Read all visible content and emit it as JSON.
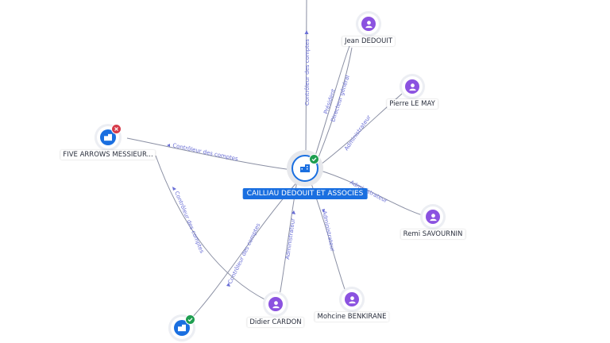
{
  "graph": {
    "center": {
      "name": "CAILLIAU DEDOUIT ET ASSOCIES",
      "icon": "building-icon",
      "status": "active"
    },
    "nodes": [
      {
        "id": "jean",
        "name": "Jean DEDOUIT",
        "kind": "person",
        "icon": "person-icon"
      },
      {
        "id": "pierre",
        "name": "Pierre LE MAY",
        "kind": "person",
        "icon": "person-icon"
      },
      {
        "id": "remi",
        "name": "Remi SAVOURNIN",
        "kind": "person",
        "icon": "person-icon"
      },
      {
        "id": "mohcine",
        "name": "Mohcine BENKIRANE",
        "kind": "person",
        "icon": "person-icon"
      },
      {
        "id": "didier",
        "name": "Didier CARDON",
        "kind": "person",
        "icon": "person-icon"
      },
      {
        "id": "fivearrows",
        "name": "FIVE ARROWS MESSIEUR...",
        "kind": "company",
        "icon": "building-icon",
        "status": "inactive"
      },
      {
        "id": "company2",
        "name": "",
        "kind": "company",
        "icon": "building-icon",
        "status": "active"
      }
    ],
    "edges": [
      {
        "id": "top",
        "label": "Contrôleur des comptes"
      },
      {
        "id": "jean-pres",
        "label": "Président"
      },
      {
        "id": "jean-dir",
        "label": "Directeur général"
      },
      {
        "id": "pierre",
        "label": "Administrateur"
      },
      {
        "id": "remi",
        "label": "Administrateur"
      },
      {
        "id": "mohcine",
        "label": "Administrateur"
      },
      {
        "id": "didier",
        "label": "Administrateur"
      },
      {
        "id": "company2",
        "label": "Contrôleur des comptes"
      },
      {
        "id": "fivearrows",
        "label": "Contrôleur des comptes"
      },
      {
        "id": "fa-didier",
        "label": "Contrôleur des comptes"
      }
    ],
    "colors": {
      "person": "#8b52e0",
      "company": "#1a6fe0",
      "active": "#1e9e50",
      "inactive": "#d63b4a",
      "edge_label": "#6a6fd6"
    }
  }
}
